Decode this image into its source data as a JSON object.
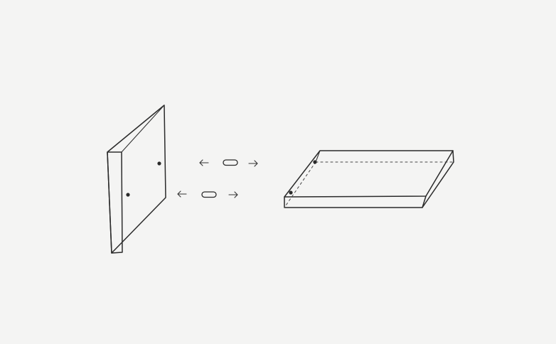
{
  "figure": {
    "background": "#f4f4f3",
    "ink_color": "#2a2a2a",
    "components": [
      {
        "name": "vertical-panel",
        "holes": 2
      },
      {
        "name": "horizontal-panel",
        "holes": 2
      },
      {
        "name": "dowel",
        "count": 2
      }
    ],
    "arrows": {
      "top": [
        "left",
        "right"
      ],
      "bottom": [
        "left",
        "right"
      ]
    }
  }
}
